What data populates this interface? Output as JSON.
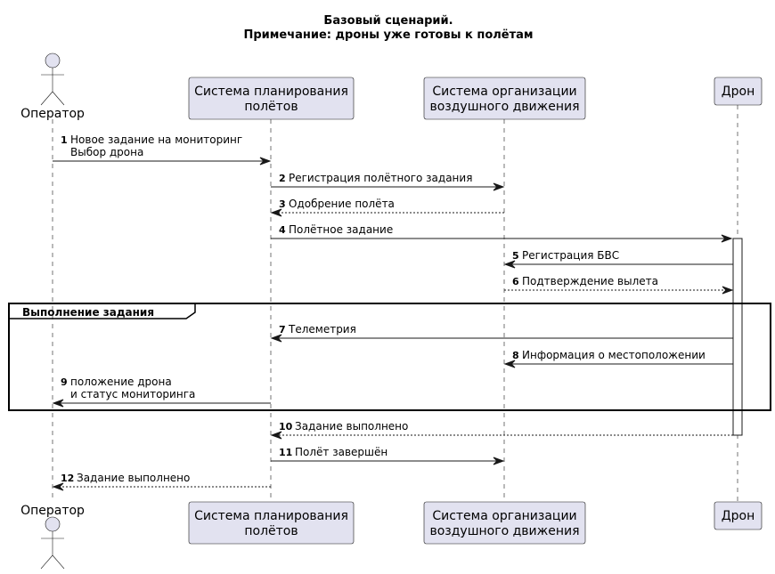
{
  "title_lines": [
    "Базовый сценарий.",
    "Примечание: дроны уже готовы к полётам"
  ],
  "participants": [
    {
      "id": "operator",
      "kind": "actor",
      "lines": [
        "Оператор"
      ]
    },
    {
      "id": "planning",
      "kind": "box",
      "lines": [
        "Система планирования",
        "полётов"
      ]
    },
    {
      "id": "atm",
      "kind": "box",
      "lines": [
        "Система организации",
        "воздушного движения"
      ]
    },
    {
      "id": "drone",
      "kind": "box",
      "lines": [
        "Дрон"
      ]
    }
  ],
  "messages": [
    {
      "num": "1",
      "from": "operator",
      "to": "planning",
      "style": "solid",
      "lines": [
        "Новое задание на мониторинг",
        "Выбор дрона"
      ]
    },
    {
      "num": "2",
      "from": "planning",
      "to": "atm",
      "style": "solid",
      "lines": [
        "Регистрация полётного задания"
      ]
    },
    {
      "num": "3",
      "from": "atm",
      "to": "planning",
      "style": "dashed",
      "lines": [
        "Одобрение полёта"
      ]
    },
    {
      "num": "4",
      "from": "planning",
      "to": "drone",
      "style": "solid",
      "lines": [
        "Полётное задание"
      ]
    },
    {
      "num": "5",
      "from": "drone",
      "to": "atm",
      "style": "solid",
      "lines": [
        "Регистрация БВС"
      ]
    },
    {
      "num": "6",
      "from": "atm",
      "to": "drone",
      "style": "dashed",
      "lines": [
        "Подтверждение вылета"
      ]
    },
    {
      "num": "7",
      "from": "drone",
      "to": "planning",
      "style": "solid",
      "lines": [
        "Телеметрия"
      ]
    },
    {
      "num": "8",
      "from": "drone",
      "to": "atm",
      "style": "solid",
      "lines": [
        "Информация о местоположении"
      ]
    },
    {
      "num": "9",
      "from": "planning",
      "to": "operator",
      "style": "solid",
      "lines": [
        "положение дрона",
        "и статус мониторинга"
      ]
    },
    {
      "num": "10",
      "from": "drone",
      "to": "planning",
      "style": "dashed",
      "lines": [
        "Задание выполнено"
      ]
    },
    {
      "num": "11",
      "from": "planning",
      "to": "atm",
      "style": "solid",
      "lines": [
        "Полёт завершён"
      ]
    },
    {
      "num": "12",
      "from": "planning",
      "to": "operator",
      "style": "dashed",
      "lines": [
        "Задание выполнено"
      ]
    }
  ],
  "fragment": {
    "label": "Выполнение задания",
    "first_message": "7",
    "last_message": "9"
  }
}
